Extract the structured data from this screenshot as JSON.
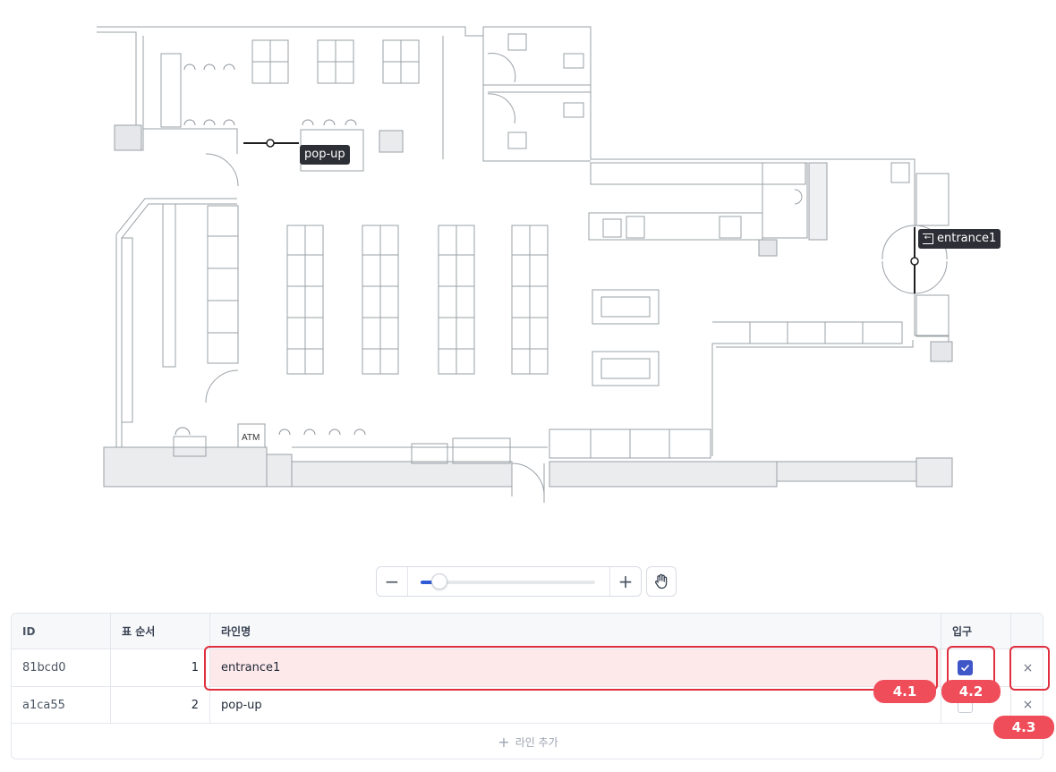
{
  "floorplan": {
    "labels": {
      "popup": "pop-up",
      "entrance": "entrance1",
      "atm": "ATM"
    }
  },
  "zoom": {
    "minus": "−",
    "plus": "+",
    "level": 0.08
  },
  "table": {
    "headers": {
      "id": "ID",
      "order": "표 순서",
      "name": "라인명",
      "entry": "입구"
    },
    "rows": [
      {
        "id": "81bcd0",
        "order": "1",
        "name": "entrance1",
        "entry": true,
        "delete": "×"
      },
      {
        "id": "a1ca55",
        "order": "2",
        "name": "pop-up",
        "entry": false,
        "delete": "×"
      }
    ],
    "add_label": "라인 추가",
    "add_icon": "+"
  },
  "annotations": [
    "4.1",
    "4.2",
    "4.3"
  ],
  "colors": {
    "highlight_border": "#e0303f",
    "badge": "#ef4d5a",
    "checkbox": "#3f56c9",
    "tag_bg": "#2d2f36"
  }
}
